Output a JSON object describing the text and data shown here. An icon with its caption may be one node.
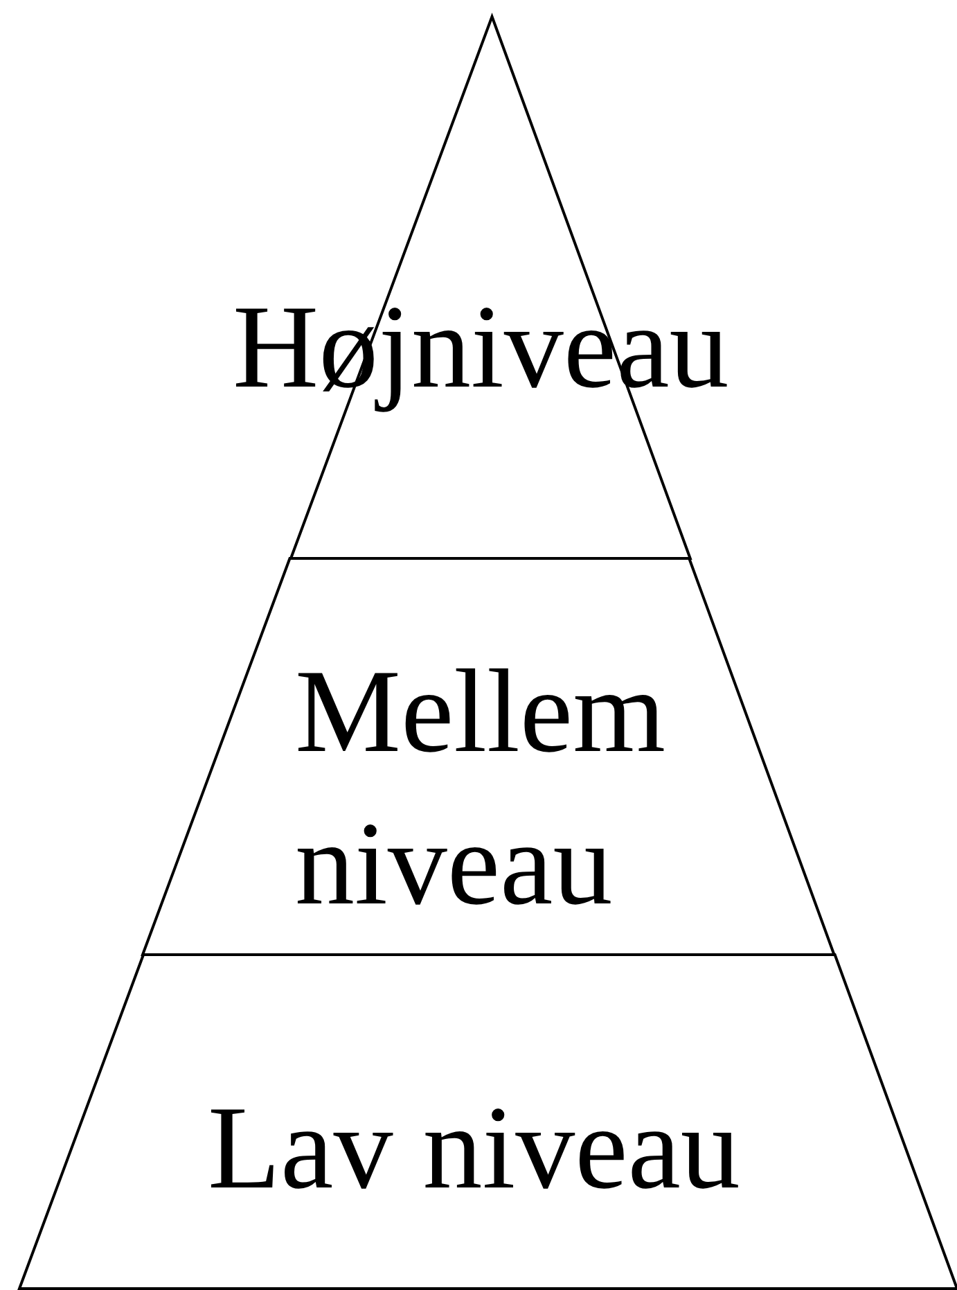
{
  "diagram": {
    "nodes": [
      {
        "text": [
          "Højniveau"
        ]
      },
      {
        "text": [
          "Mellem niveau"
        ]
      },
      {
        "text": [
          "Lav niveau"
        ]
      }
    ]
  }
}
